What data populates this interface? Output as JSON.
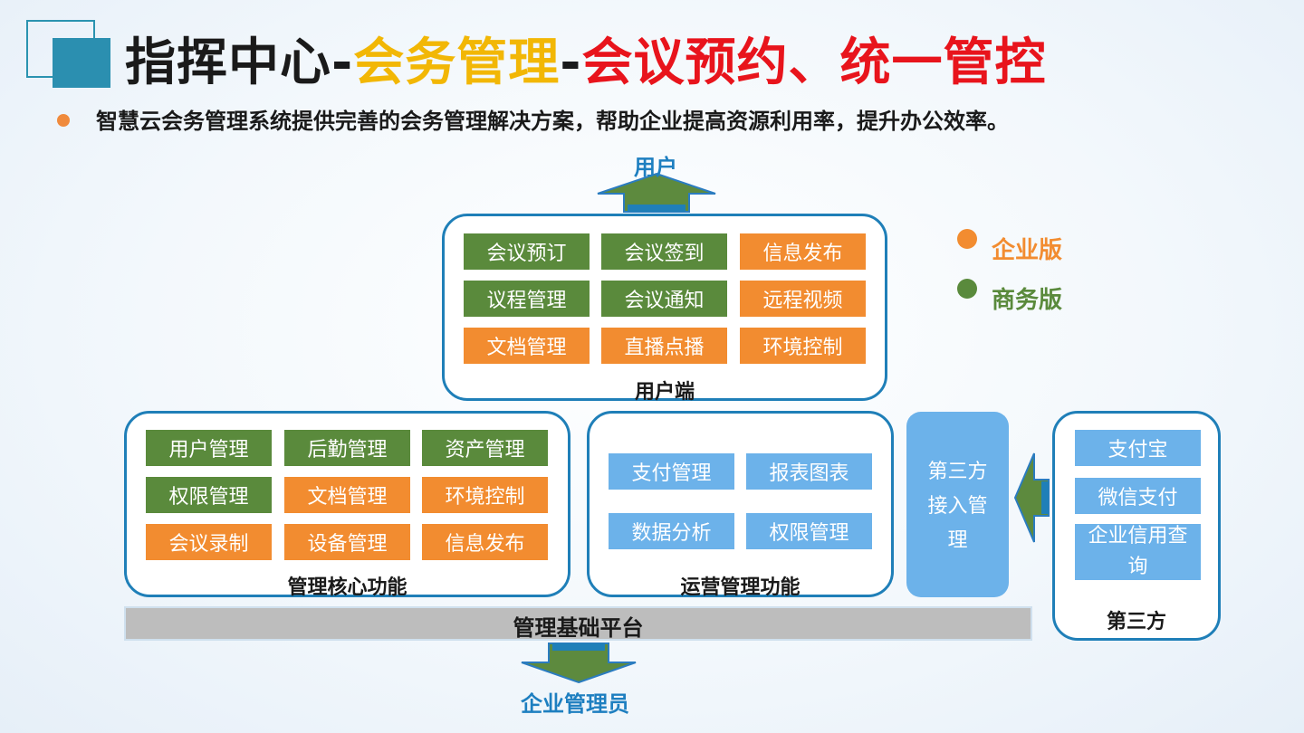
{
  "title": {
    "part1": "指挥中心-",
    "part2": "会务管理",
    "part3": "-",
    "part4": "会议预约、统一管控"
  },
  "subtitle": "智慧云会务管理系统提供完善的会务管理解决方案，帮助企业提高资源利用率，提升办公效率。",
  "top_label": "用户",
  "bottom_label": "企业管理员",
  "legend": {
    "enterprise": "企业版",
    "business": "商务版",
    "enterprise_color": "#f28c30",
    "business_color": "#5a8a3c"
  },
  "user_end": {
    "label": "用户端",
    "items": [
      "会议预订",
      "会议签到",
      "信息发布",
      "议程管理",
      "会议通知",
      "远程视频",
      "文档管理",
      "直播点播",
      "环境控制"
    ]
  },
  "core": {
    "label": "管理核心功能",
    "items": [
      "用户管理",
      "后勤管理",
      "资产管理",
      "权限管理",
      "文档管理",
      "环境控制",
      "会议录制",
      "设备管理",
      "信息发布"
    ]
  },
  "ops": {
    "label": "运营管理功能",
    "items": [
      "支付管理",
      "报表图表",
      "数据分析",
      "权限管理"
    ]
  },
  "third_access": {
    "line1": "第三方",
    "line2": "接入管",
    "line3": "理"
  },
  "third_party": {
    "label": "第三方",
    "items": [
      "支付宝",
      "微信支付",
      "企业信用查询"
    ]
  },
  "platform": "管理基础平台",
  "colors": {
    "green": "#5a8a3c",
    "orange": "#f28c30",
    "light_blue": "#6cb2ea",
    "panel_border": "#1f7fb8"
  }
}
